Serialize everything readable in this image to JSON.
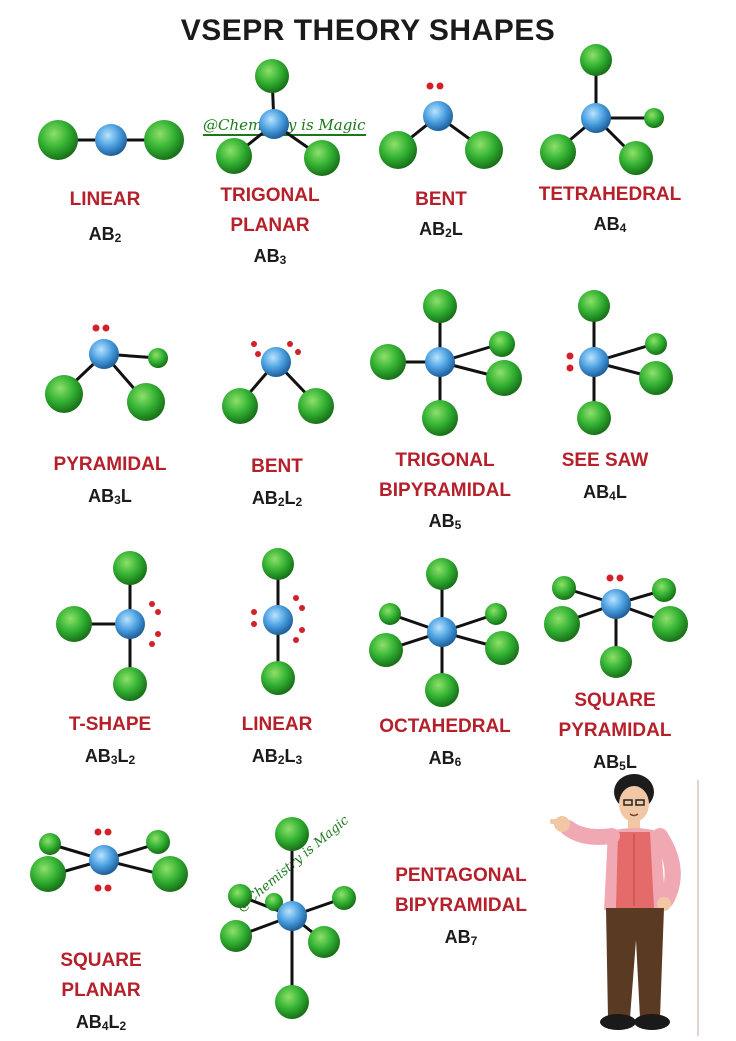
{
  "title": "VSEPR THEORY SHAPES",
  "watermark": "@Chemistry is Magic",
  "colors": {
    "label": "#b5202a",
    "atom_outer": "#2fae2f",
    "atom_center": "#4fa3e0",
    "bond": "#111111",
    "lone_pair_red": "#d4202a"
  },
  "shapes": [
    {
      "name": "LINEAR",
      "name2": "",
      "formula_base": "AB",
      "b": "2",
      "l": "",
      "lone_pairs": 0
    },
    {
      "name": "TRIGONAL",
      "name2": "PLANAR",
      "formula_base": "AB",
      "b": "3",
      "l": "",
      "lone_pairs": 0
    },
    {
      "name": "BENT",
      "name2": "",
      "formula_base": "AB",
      "b": "2",
      "l": "L",
      "lone_pairs": 1
    },
    {
      "name": "TETRAHEDRAL",
      "name2": "",
      "formula_base": "AB",
      "b": "4",
      "l": "",
      "lone_pairs": 0
    },
    {
      "name": "PYRAMIDAL",
      "name2": "",
      "formula_base": "AB",
      "b": "3",
      "l": "L",
      "lone_pairs": 1
    },
    {
      "name": "BENT",
      "name2": "",
      "formula_base": "AB",
      "b": "2",
      "l": "L",
      "ln": "2",
      "lone_pairs": 2
    },
    {
      "name": "TRIGONAL",
      "name2": "BIPYRAMIDAL",
      "formula_base": "AB",
      "b": "5",
      "l": "",
      "lone_pairs": 0
    },
    {
      "name": "SEE SAW",
      "name2": "",
      "formula_base": "AB",
      "b": "4",
      "l": "L",
      "lone_pairs": 1
    },
    {
      "name": "T-SHAPE",
      "name2": "",
      "formula_base": "AB",
      "b": "3",
      "l": "L",
      "ln": "2",
      "lone_pairs": 2
    },
    {
      "name": "LINEAR",
      "name2": "",
      "formula_base": "AB",
      "b": "2",
      "l": "L",
      "ln": "3",
      "lone_pairs": 3
    },
    {
      "name": "OCTAHEDRAL",
      "name2": "",
      "formula_base": "AB",
      "b": "6",
      "l": "",
      "lone_pairs": 0
    },
    {
      "name": "SQUARE",
      "name2": "PYRAMIDAL",
      "formula_base": "AB",
      "b": "5",
      "l": "L",
      "lone_pairs": 1
    },
    {
      "name": "SQUARE",
      "name2": "PLANAR",
      "formula_base": "AB",
      "b": "4",
      "l": "L",
      "ln": "2",
      "lone_pairs": 2
    },
    {
      "name": "PENTAGONAL",
      "name2": "BIPYRAMIDAL",
      "formula_base": "AB",
      "b": "7",
      "l": "",
      "lone_pairs": 0
    }
  ],
  "illustration": "boy-pointing-illustration"
}
